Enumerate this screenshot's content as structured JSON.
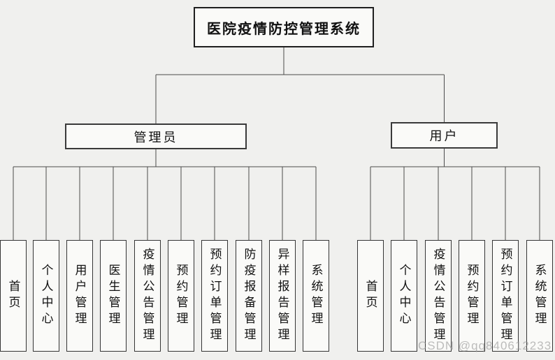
{
  "diagram": {
    "root": {
      "label": "医院疫情防控管理系统"
    },
    "branches": [
      {
        "label": "管理员",
        "children": [
          "首页",
          "个人中心",
          "用户管理",
          "医生管理",
          "疫情公告管理",
          "预约管理",
          "预约订单管理",
          "防疫报备管理",
          "异样报告管理",
          "系统管理"
        ]
      },
      {
        "label": "用户",
        "children": [
          "首页",
          "个人中心",
          "疫情公告管理",
          "预约管理",
          "预约订单管理",
          "系统管理"
        ]
      }
    ]
  },
  "watermark": "CSDN @qq840612233",
  "colors": {
    "background": "#f0f0ee",
    "box_fill": "#fafaf8",
    "box_border": "#353535",
    "line": "#4b4b4b",
    "watermark_text": "#969696"
  }
}
